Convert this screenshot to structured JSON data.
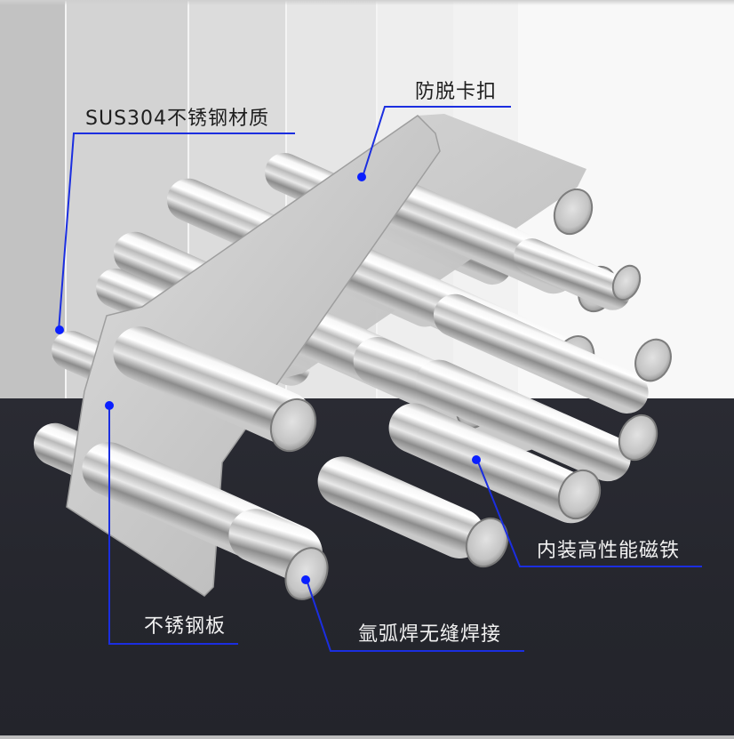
{
  "product": {
    "name": "magnetic-grate-bar-assembly",
    "colors": {
      "accent_line": "#1b2ee0",
      "dot": "#0a1fff",
      "backdrop_stripes": [
        "#c2c2c2",
        "#d3d3d3",
        "#dcdcdc",
        "#e6e6e6",
        "#eeeeee",
        "#f3f3f3",
        "#f8f8f8"
      ],
      "floor": "#26272e"
    }
  },
  "callouts": [
    {
      "id": "material",
      "label": "SUS304不锈钢材质",
      "theme": "dark"
    },
    {
      "id": "anti-detach-clip",
      "label": "防脱卡扣",
      "theme": "dark"
    },
    {
      "id": "built-in-magnet",
      "label": "内装高性能磁铁",
      "theme": "light"
    },
    {
      "id": "steel-plate",
      "label": "不锈钢板",
      "theme": "light"
    },
    {
      "id": "argon-weld",
      "label": "氩弧焊无缝焊接",
      "theme": "light"
    }
  ]
}
